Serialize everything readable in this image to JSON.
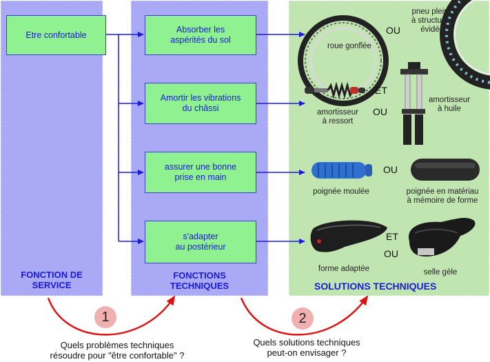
{
  "service": {
    "title": "FONCTION DE\nSERVICE",
    "box": "Etre confortable"
  },
  "techniques": {
    "title": "FONCTIONS\nTECHNIQUES",
    "boxes": [
      "Absorber les\naspérités du sol",
      "Amortir les vibrations\ndu châssi",
      "assurer une bonne\nprise en main",
      "s'adapter\nau postérieur"
    ]
  },
  "solutions": {
    "title": "SOLUTIONS TECHNIQUES",
    "row1": {
      "a": "roue gonflée",
      "conj": "OU",
      "b": "pneu plein\nà structure\névidé"
    },
    "row2": {
      "a": "amortisseur\nà ressort",
      "conj_et": "ET",
      "conj_ou": "OU",
      "b": "amortisseur\nà huile"
    },
    "row3": {
      "a": "poignée moulée",
      "conj": "OU",
      "b": "poignée en matériau\nà mémoire de forme"
    },
    "row4": {
      "a": "forme adaptée",
      "conj_et": "ET",
      "conj_ou": "OU",
      "b": "selle gèle"
    }
  },
  "steps": [
    {
      "number": "1",
      "question": "Quels problèmes techniques\nrésoudre pour \"être confortable\" ?"
    },
    {
      "number": "2",
      "question": "Quels solutions techniques\npeut-on envisager ?"
    }
  ],
  "colors": {
    "blue": "#1a1ad8",
    "red": "#e01010",
    "green_box": "#8ff18f"
  }
}
